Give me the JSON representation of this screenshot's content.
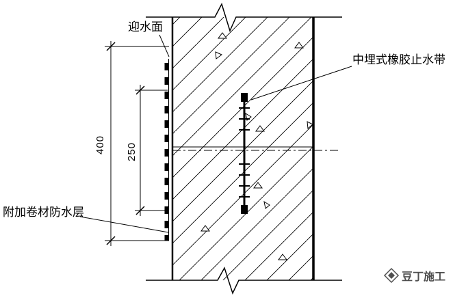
{
  "drawing": {
    "labels": {
      "water_facing": "迎水面",
      "waterstop": "中埋式橡胶止水带",
      "membrane": "附加卷材防水层"
    },
    "dimensions": {
      "outer": "400",
      "inner": "250"
    },
    "logo": {
      "text": "豆丁施工"
    },
    "colors": {
      "line": "#000000",
      "background": "#ffffff",
      "logo": "#4f4f4f"
    }
  }
}
